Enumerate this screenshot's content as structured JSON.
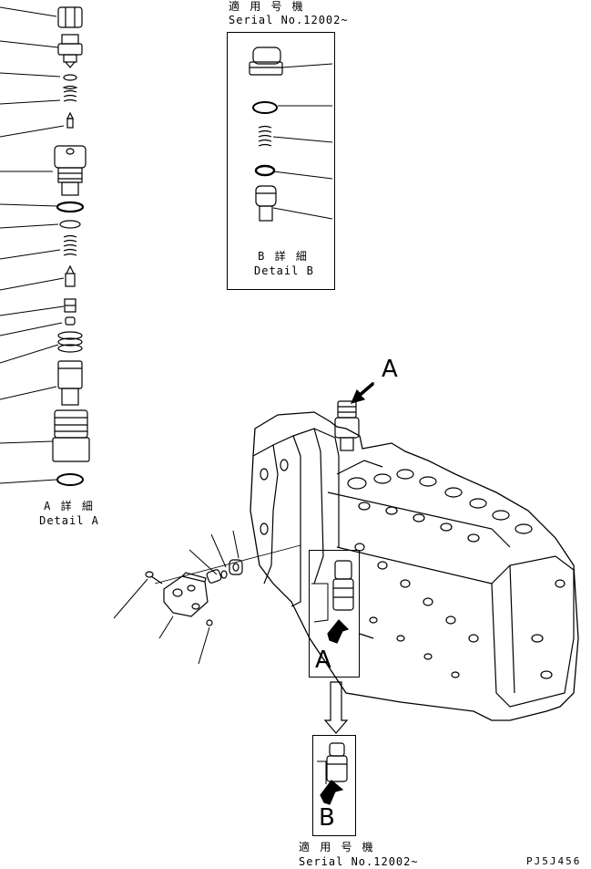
{
  "detail_b_header": {
    "line1": "適 用 号 機",
    "line2": "Serial No.12002~"
  },
  "detail_b_caption": {
    "line1": "B 詳 細",
    "line2": "Detail B"
  },
  "detail_a_caption": {
    "line1": "A 詳 細",
    "line2": "Detail A"
  },
  "callouts": {
    "a_arrow": "A",
    "a_box": "A",
    "b_box": "B"
  },
  "bottom_header": {
    "line1": "適 用 号 機",
    "line2": "Serial No.12002~"
  },
  "drawing_code": "PJ5J456"
}
